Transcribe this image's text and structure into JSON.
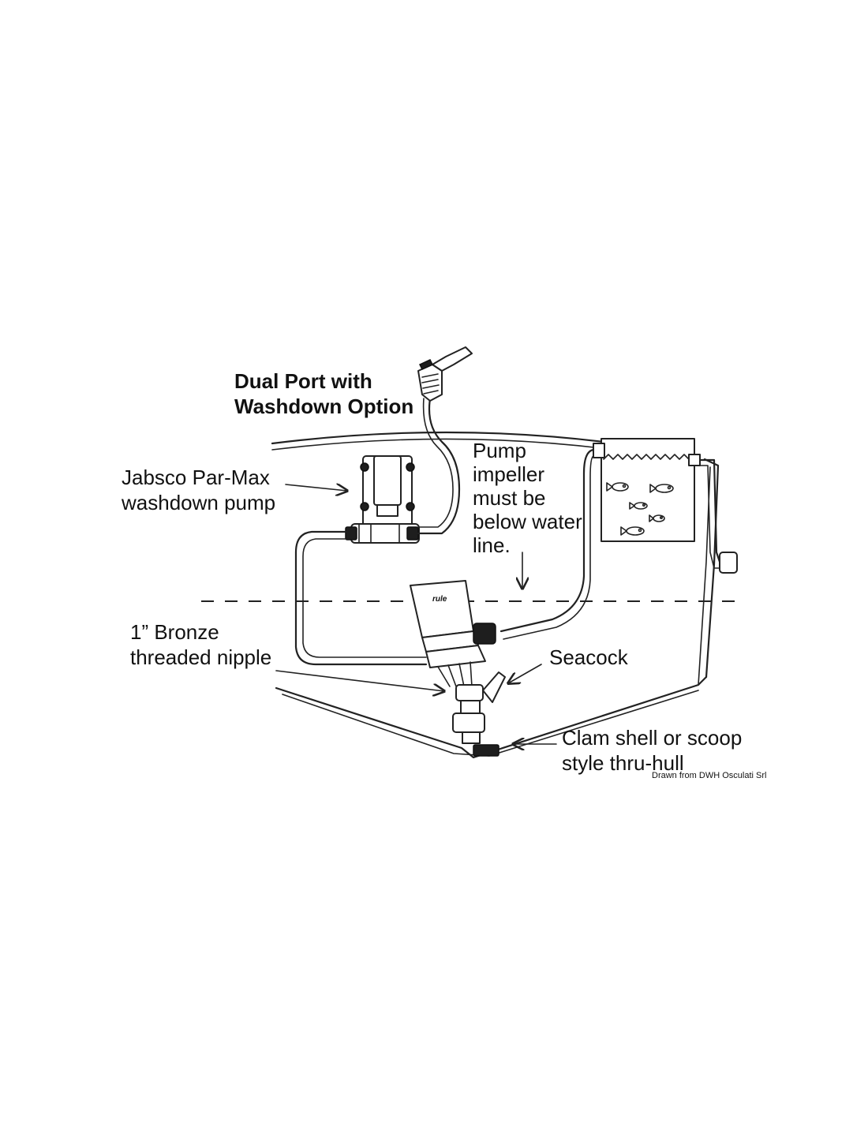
{
  "title": {
    "line1": "Dual Port with",
    "line2": "Washdown Option"
  },
  "labels": {
    "pump": {
      "line1": "Jabsco Par-Max",
      "line2": "washdown pump"
    },
    "impeller": {
      "line1": "Pump",
      "line2": "impeller",
      "line3": "must be",
      "line4": "below water",
      "line5": "line."
    },
    "nipple": {
      "line1": "1” Bronze",
      "line2": "threaded nipple"
    },
    "seacock": "Seacock",
    "thruhull": {
      "line1": "Clam shell or scoop",
      "line2": "style thru-hull"
    }
  },
  "pump_brand": "rule",
  "credit": "Drawn from DWH Osculati Srl",
  "colors": {
    "ink": "#222222",
    "background": "#ffffff"
  }
}
